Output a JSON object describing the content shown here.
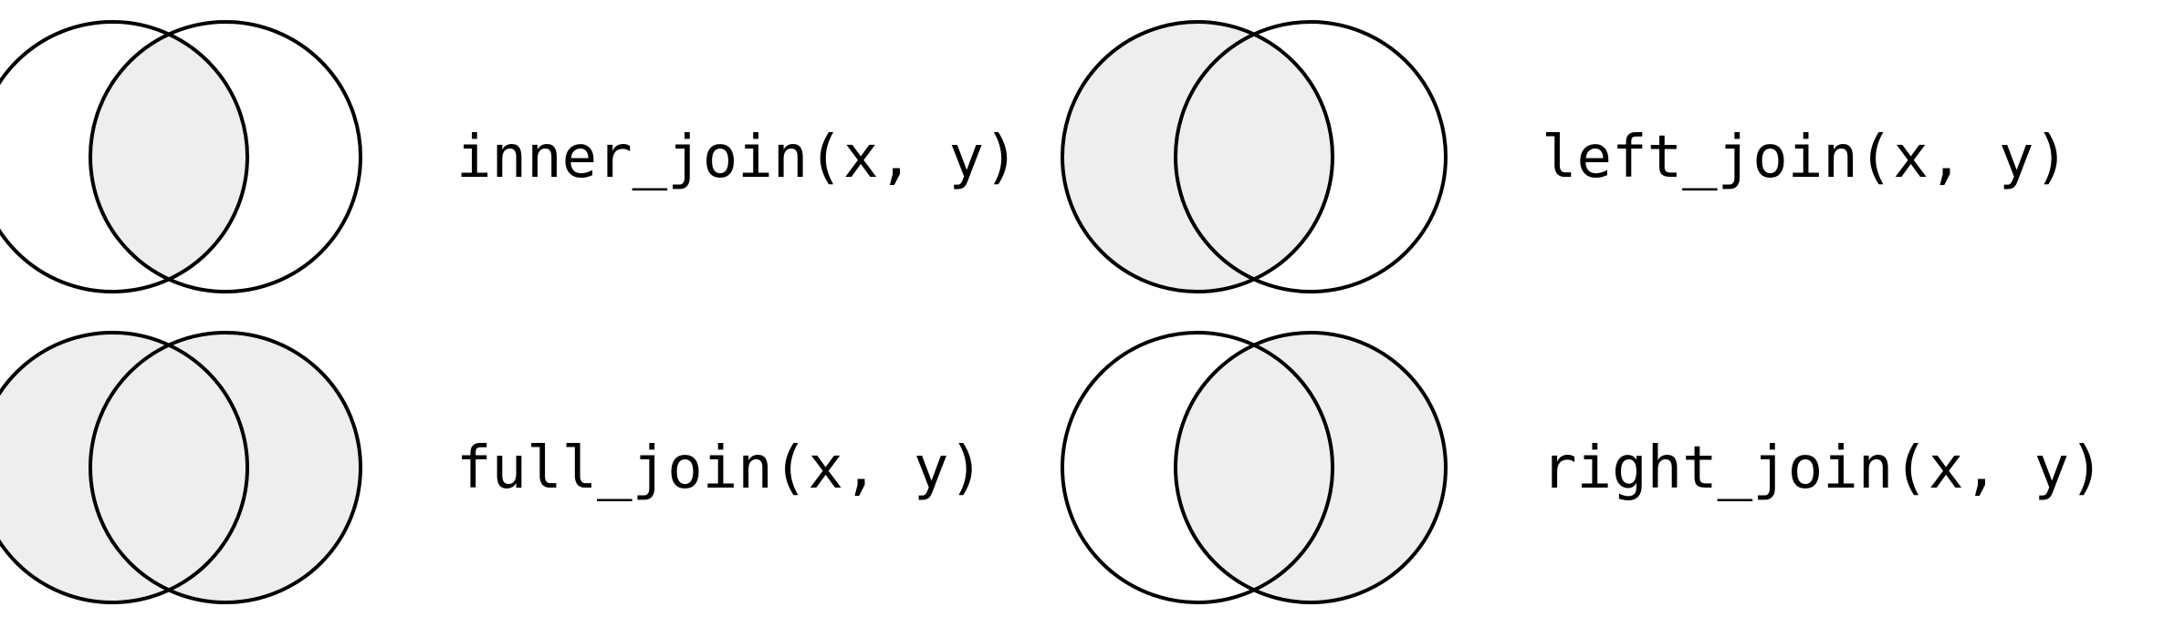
{
  "colors": {
    "fill": "#eeeeee",
    "stroke": "#000000",
    "background": "#ffffff"
  },
  "joins": [
    {
      "label": "inner_join(x, y)",
      "shade": "intersection"
    },
    {
      "label": "left_join(x, y)",
      "shade": "left"
    },
    {
      "label": "full_join(x, y)",
      "shade": "both"
    },
    {
      "label": "right_join(x, y)",
      "shade": "right"
    }
  ]
}
